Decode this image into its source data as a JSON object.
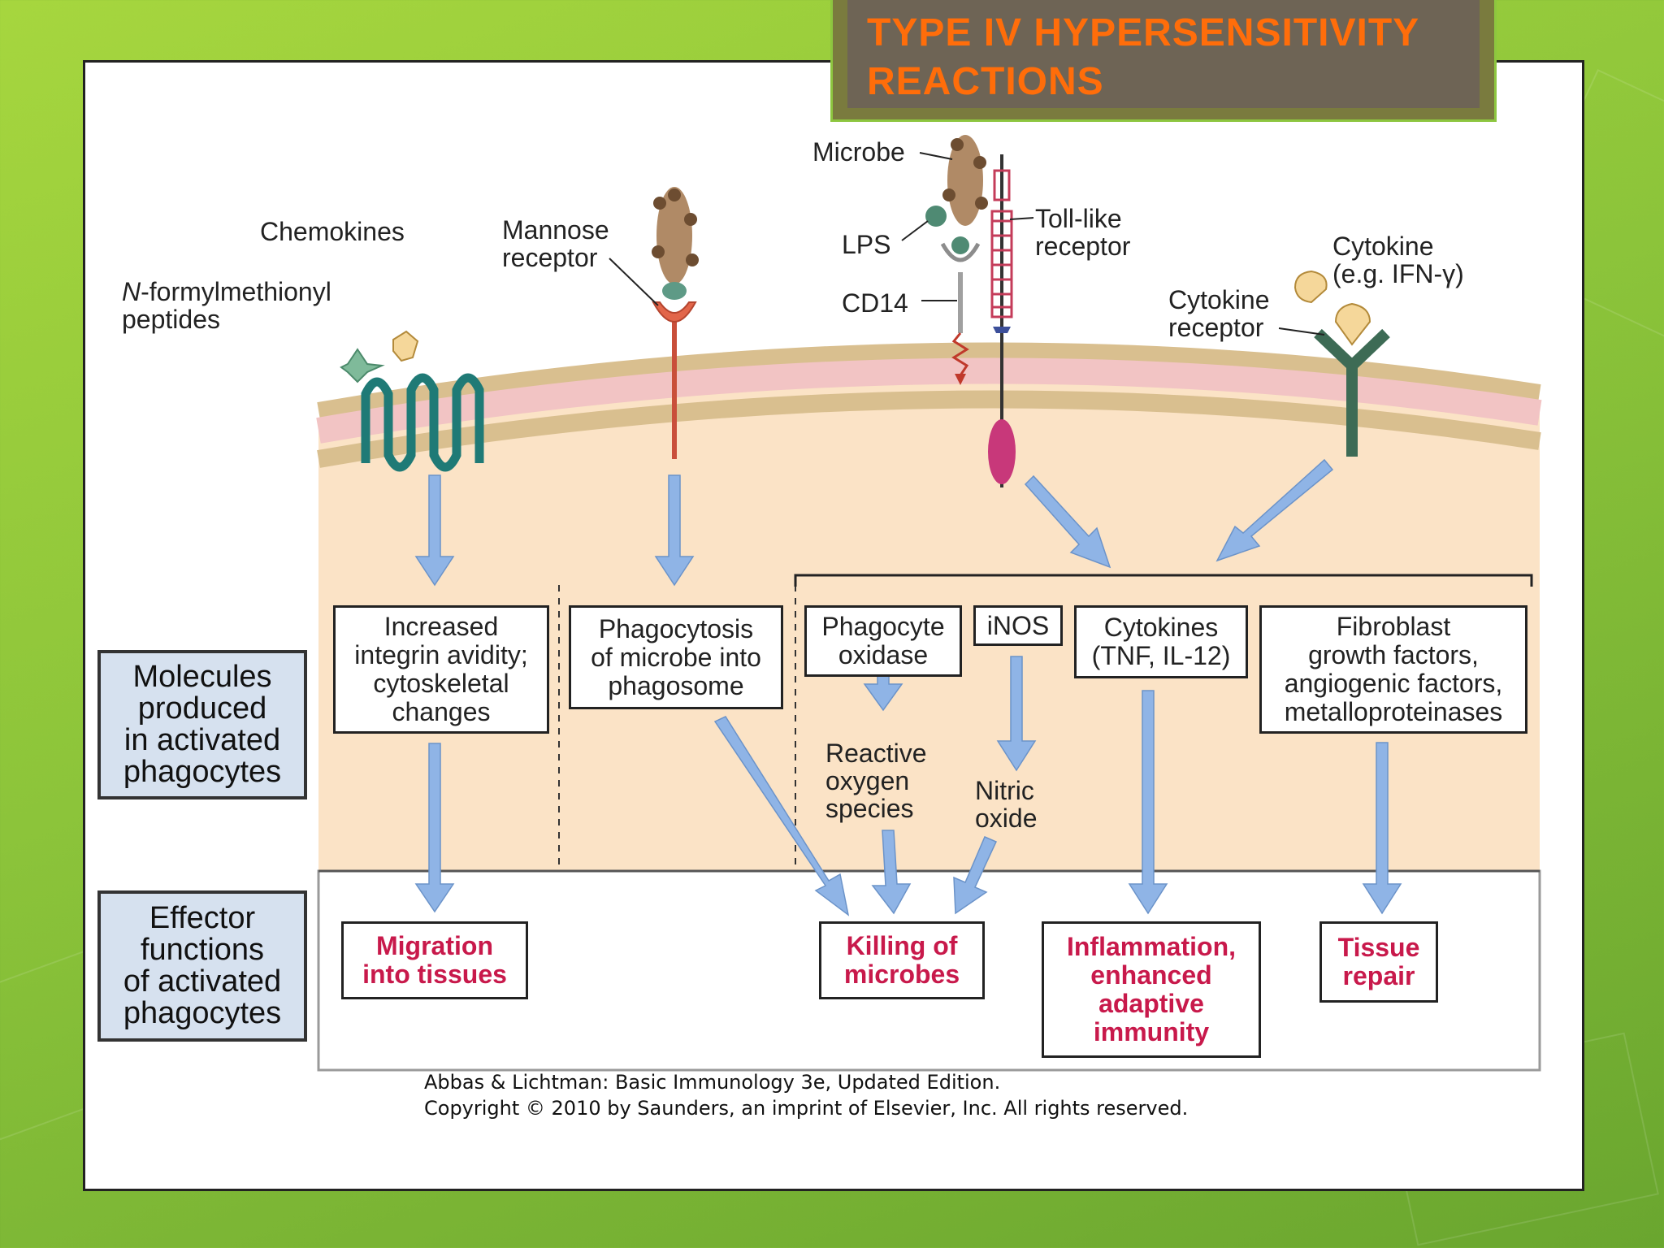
{
  "title": "TYPE IV HYPERSENSITIVITY REACTIONS",
  "labels": {
    "chemokines": "Chemokines",
    "fmlp": "N-formylmethionyl\npeptides",
    "mannose_receptor": "Mannose\nreceptor",
    "microbe": "Microbe",
    "lps": "LPS",
    "cd14": "CD14",
    "toll_like_receptor": "Toll-like\nreceptor",
    "cytokine": "Cytokine\n(e.g. IFN-γ)",
    "cytokine_receptor": "Cytokine\nreceptor",
    "reactive_oxygen_species": "Reactive\noxygen\nspecies",
    "nitric_oxide": "Nitric\noxide"
  },
  "molecule_boxes": {
    "integrin": "Increased\nintegrin avidity;\ncytoskeletal\nchanges",
    "phagocytosis": "Phagocytosis\nof microbe into\nphagosome",
    "phagocyte_oxidase": "Phagocyte\noxidase",
    "inos": "iNOS",
    "cytokines": "Cytokines\n(TNF, IL-12)",
    "fibroblast": "Fibroblast\ngrowth factors,\nangiogenic factors,\nmetalloproteinases"
  },
  "effector_boxes": {
    "migration": "Migration\ninto tissues",
    "killing": "Killing of\nmicrobes",
    "inflammation": "Inflammation,\nenhanced\nadaptive\nimmunity",
    "tissue_repair": "Tissue\nrepair"
  },
  "side_labels": {
    "molecules": "Molecules\nproduced\nin activated\nphagocytes",
    "effector": "Effector\nfunctions\nof activated\nphagocytes"
  },
  "credit": "Abbas & Lichtman: Basic Immunology 3e, Updated Edition.\nCopyright © 2010 by Saunders, an imprint of Elsevier, Inc. All rights reserved.",
  "colors": {
    "cytoplasm": "#fbe3c6",
    "membrane_pink": "#f2c4c4",
    "membrane_tan": "#d9bf8f",
    "arrow": "#8fb4e6",
    "outcome_text": "#c8194b",
    "side_box": "#d6e1ef",
    "title_text": "#ff6d0a"
  }
}
